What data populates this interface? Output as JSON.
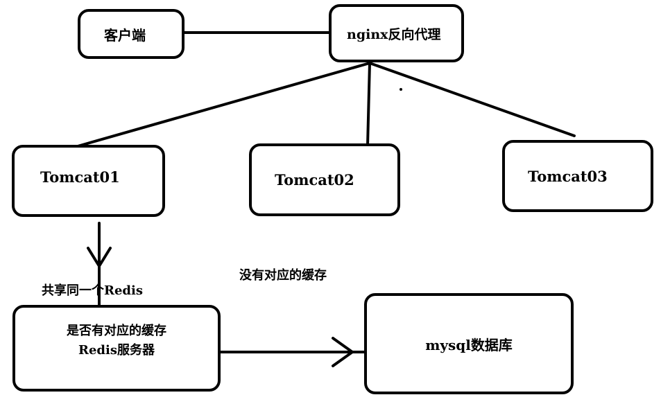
{
  "nodes": {
    "client": "客户端",
    "nginx": "nginx反向代理",
    "tomcat01": "Tomcat01",
    "tomcat02": "Tomcat02",
    "tomcat03": "Tomcat03",
    "redis_line1": "是否有对应的缓存",
    "redis_line2": "Redis服务器",
    "mysql": "mysql数据库"
  },
  "labels": {
    "shared_redis": "共享同一个Redis",
    "no_cache": "没有对应的缓存"
  }
}
